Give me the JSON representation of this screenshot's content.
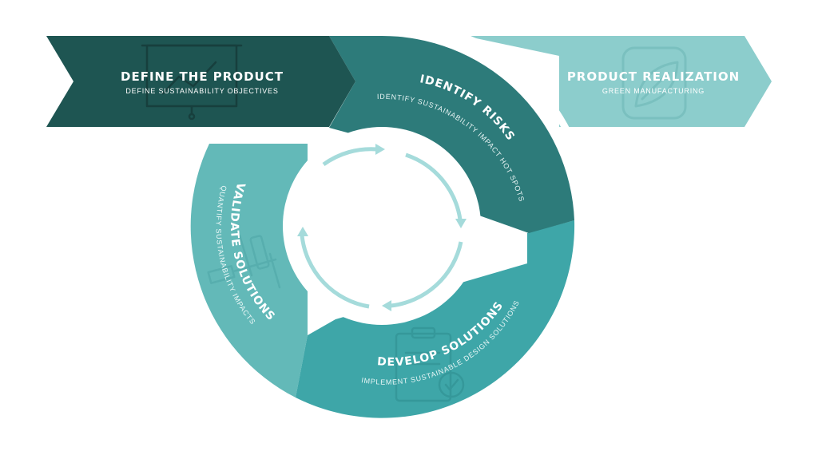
{
  "colors": {
    "define": "#1e5552",
    "identify": "#2d7b7a",
    "develop": "#3ea6a8",
    "validate": "#63b9b8",
    "realization": "#8ccdcc",
    "cycle_arrow": "#a5dbdb",
    "icon_stroke_dark": "#173f3d",
    "icon_stroke_light": "#7ac0bf"
  },
  "stages": {
    "define": {
      "title": "DEFINE THE PRODUCT",
      "subtitle": "DEFINE SUSTAINABILITY OBJECTIVES",
      "icon": "presentation-board-icon"
    },
    "identify": {
      "title": "IDENTIFY RISKS",
      "subtitle": "IDENTIFY SUSTAINABILITY IMPACT HOT SPOTS"
    },
    "develop": {
      "title": "DEVELOP SOLUTIONS",
      "subtitle": "IMPLEMENT SUSTAINABLE DESIGN SOLUTIONS",
      "icon": "clipboard-check-icon"
    },
    "validate": {
      "title": "VALIDATE SOLUTIONS",
      "subtitle": "QUANTIFY SUSTAINABILITY IMPACTS",
      "icon": "wrench-tools-icon"
    },
    "realization": {
      "title": "PRODUCT REALIZATION",
      "subtitle": "GREEN MANUFACTURING",
      "icon": "leaf-app-icon"
    }
  },
  "cycle": {
    "icon": "circular-arrows-icon"
  }
}
